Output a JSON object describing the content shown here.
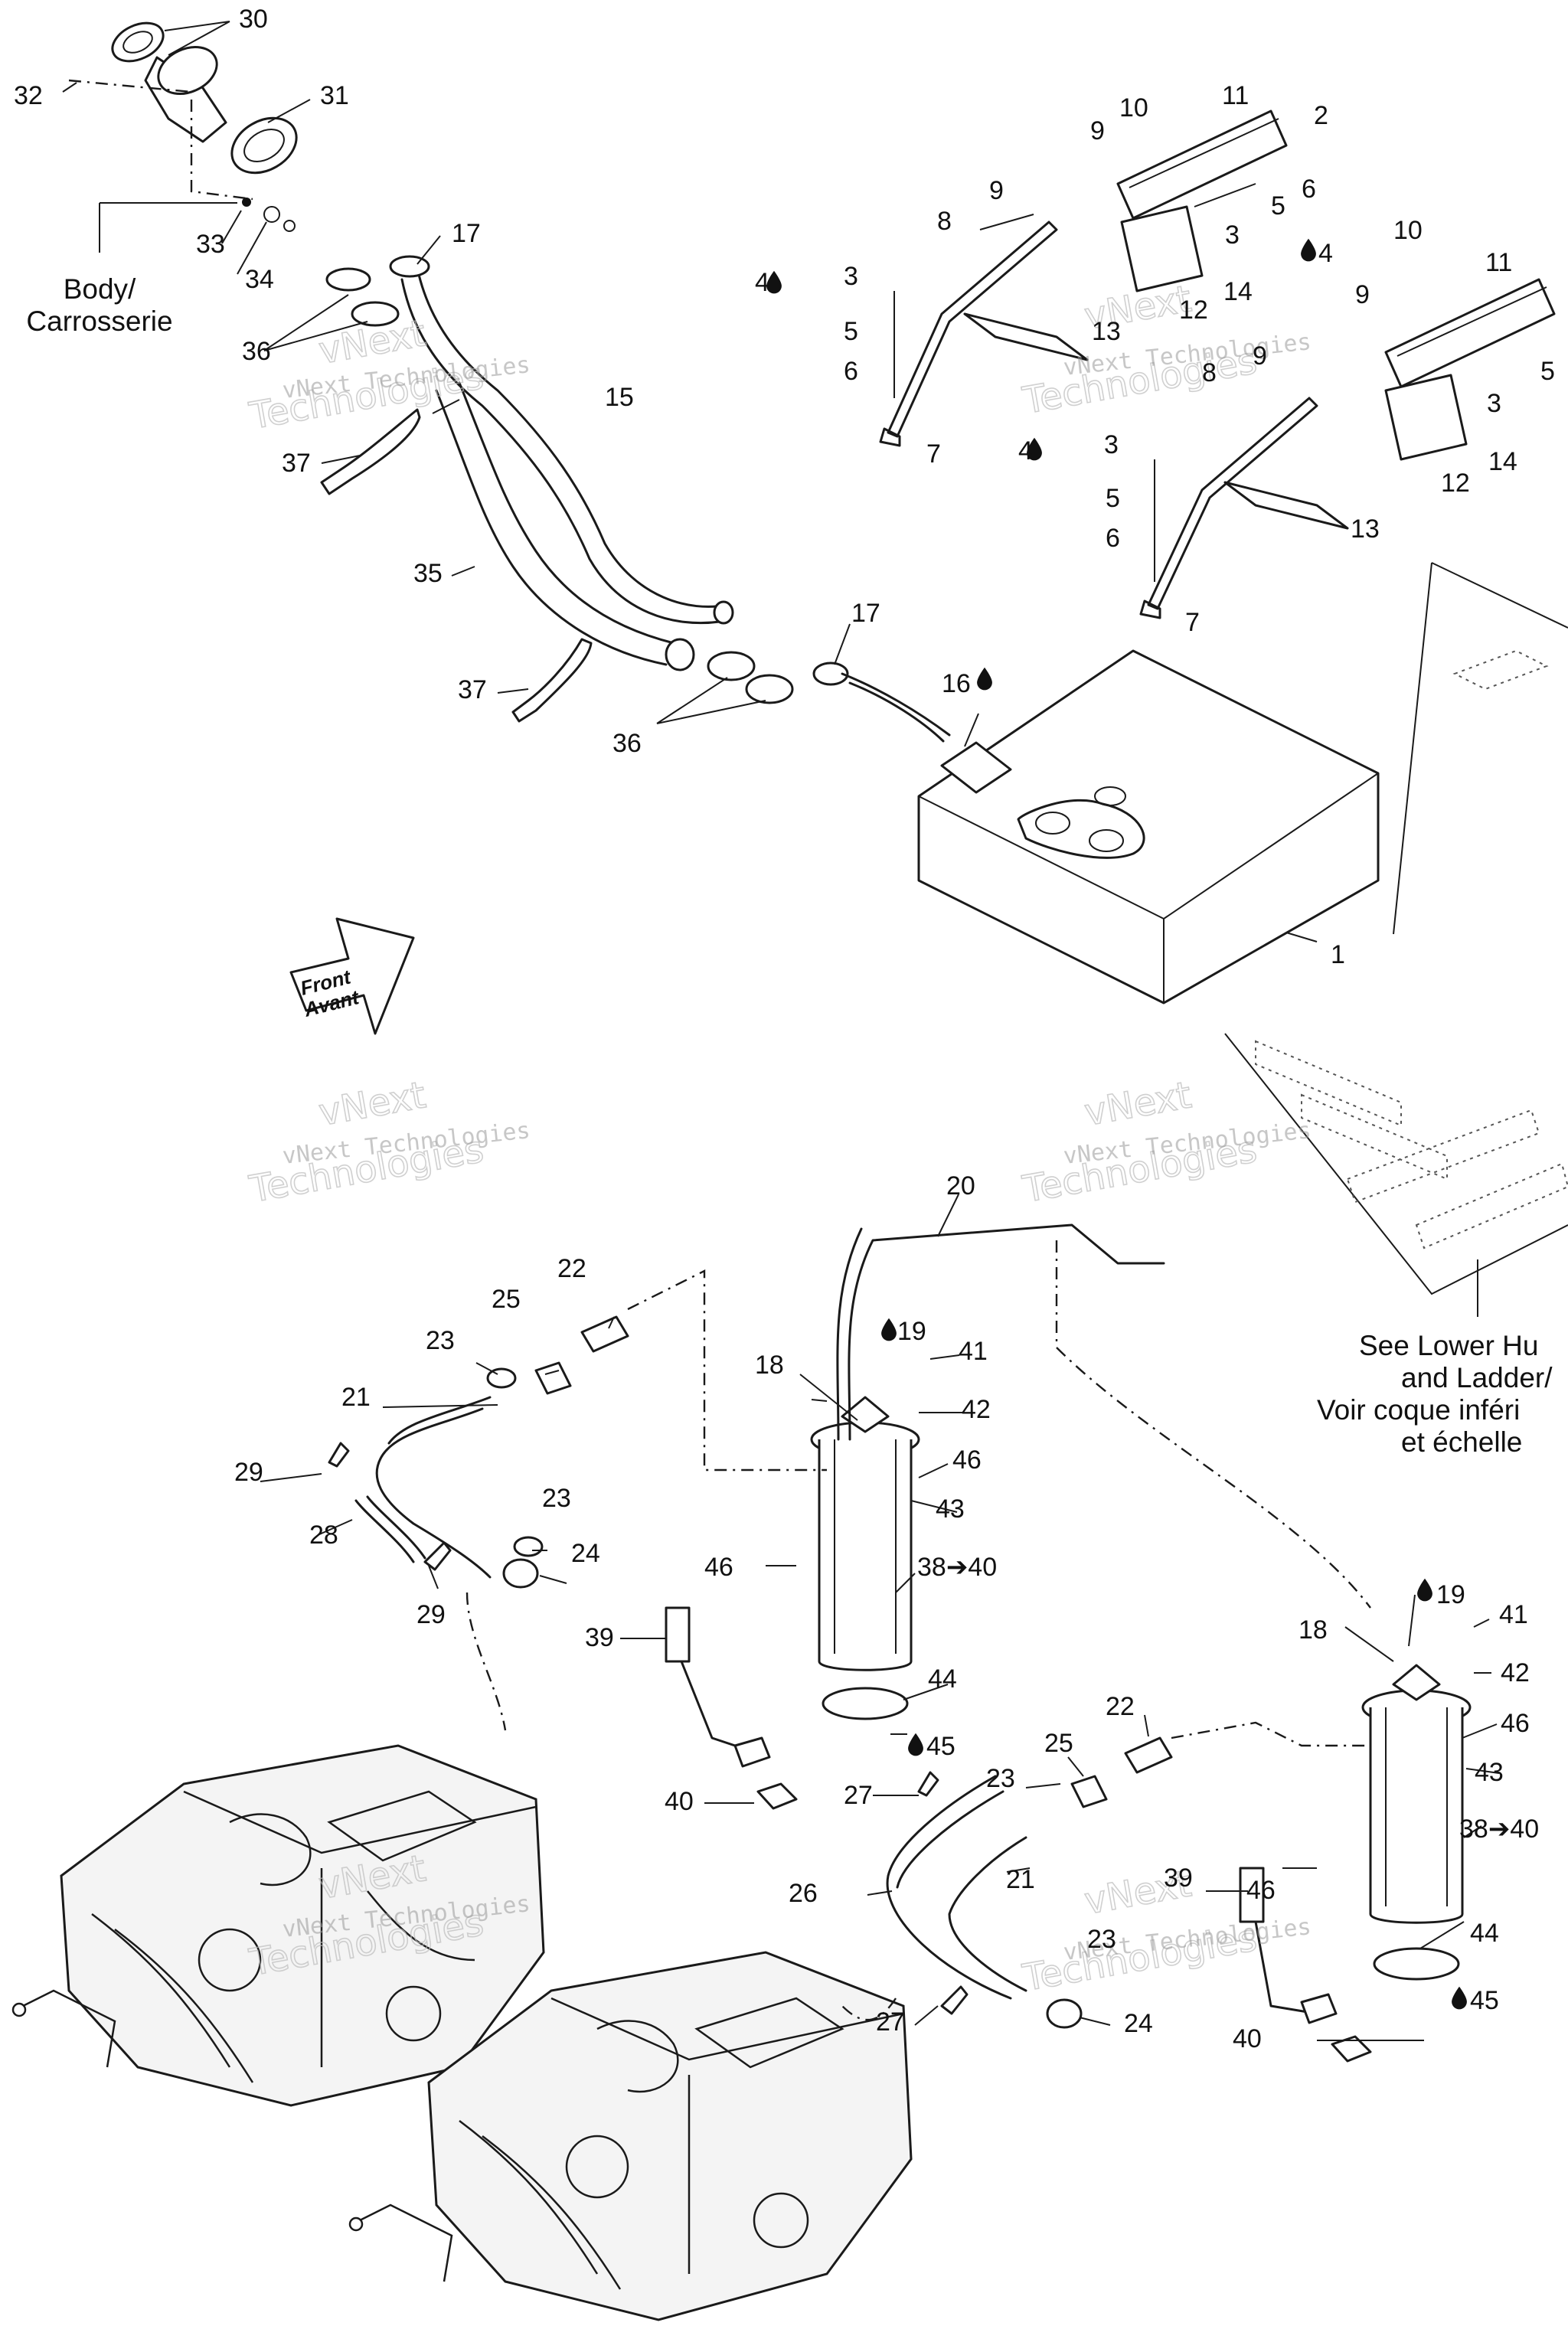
{
  "labels": {
    "l1": "1",
    "l2": "2",
    "l3a": "3",
    "l3b": "3",
    "l3c": "3",
    "l3d": "3",
    "l4a": "4",
    "l4b": "4",
    "l4c": "4",
    "l5a": "5",
    "l5b": "5",
    "l5c": "5",
    "l5d": "5",
    "l6a": "6",
    "l6b": "6",
    "l6c": "6",
    "l7a": "7",
    "l7b": "7",
    "l8a": "8",
    "l8b": "8",
    "l9a": "9",
    "l9b": "9",
    "l9c": "9",
    "l9d": "9",
    "l10a": "10",
    "l10b": "10",
    "l11a": "11",
    "l11b": "11",
    "l12a": "12",
    "l12b": "12",
    "l13a": "13",
    "l13b": "13",
    "l14a": "14",
    "l14b": "14",
    "l15": "15",
    "l16": "16",
    "l17a": "17",
    "l17b": "17",
    "l18a": "18",
    "l18b": "18",
    "l19a": "19",
    "l19b": "19",
    "l20": "20",
    "l21a": "21",
    "l21b": "21",
    "l22a": "22",
    "l22b": "22",
    "l23a": "23",
    "l23b": "23",
    "l23c": "23",
    "l23d": "23",
    "l24a": "24",
    "l24b": "24",
    "l25a": "25",
    "l25b": "25",
    "l26": "26",
    "l27a": "27",
    "l27b": "27",
    "l28": "28",
    "l29a": "29",
    "l29b": "29",
    "l30": "30",
    "l31": "31",
    "l32": "32",
    "l33": "33",
    "l34": "34",
    "l35": "35",
    "l36a": "36",
    "l36b": "36",
    "l37a": "37",
    "l37b": "37",
    "l38a": "38➔40",
    "l38b": "38➔40",
    "l39a": "39",
    "l39b": "39",
    "l40a": "40",
    "l40b": "40",
    "l41a": "41",
    "l41b": "41",
    "l42a": "42",
    "l42b": "42",
    "l43a": "43",
    "l43b": "43",
    "l44a": "44",
    "l44b": "44",
    "l45a": "45",
    "l45b": "45",
    "l46a": "46",
    "l46b": "46",
    "l46c": "46",
    "l46d": "46"
  },
  "notes": {
    "body_line1": "Body/",
    "body_line2": "Carrosserie",
    "front_line1": "Front",
    "front_line2": "Avant",
    "hull_line1": "See Lower Hu",
    "hull_line2": "and Ladder/",
    "hull_line3": "Voir coque inféri",
    "hull_line4": "et échelle"
  },
  "watermarks": {
    "brand": "vNext Technologies",
    "outline_top": "vNext",
    "outline_bottom": "Technologies"
  },
  "icons": [
    "drop-icon",
    "front-arrow-icon"
  ]
}
